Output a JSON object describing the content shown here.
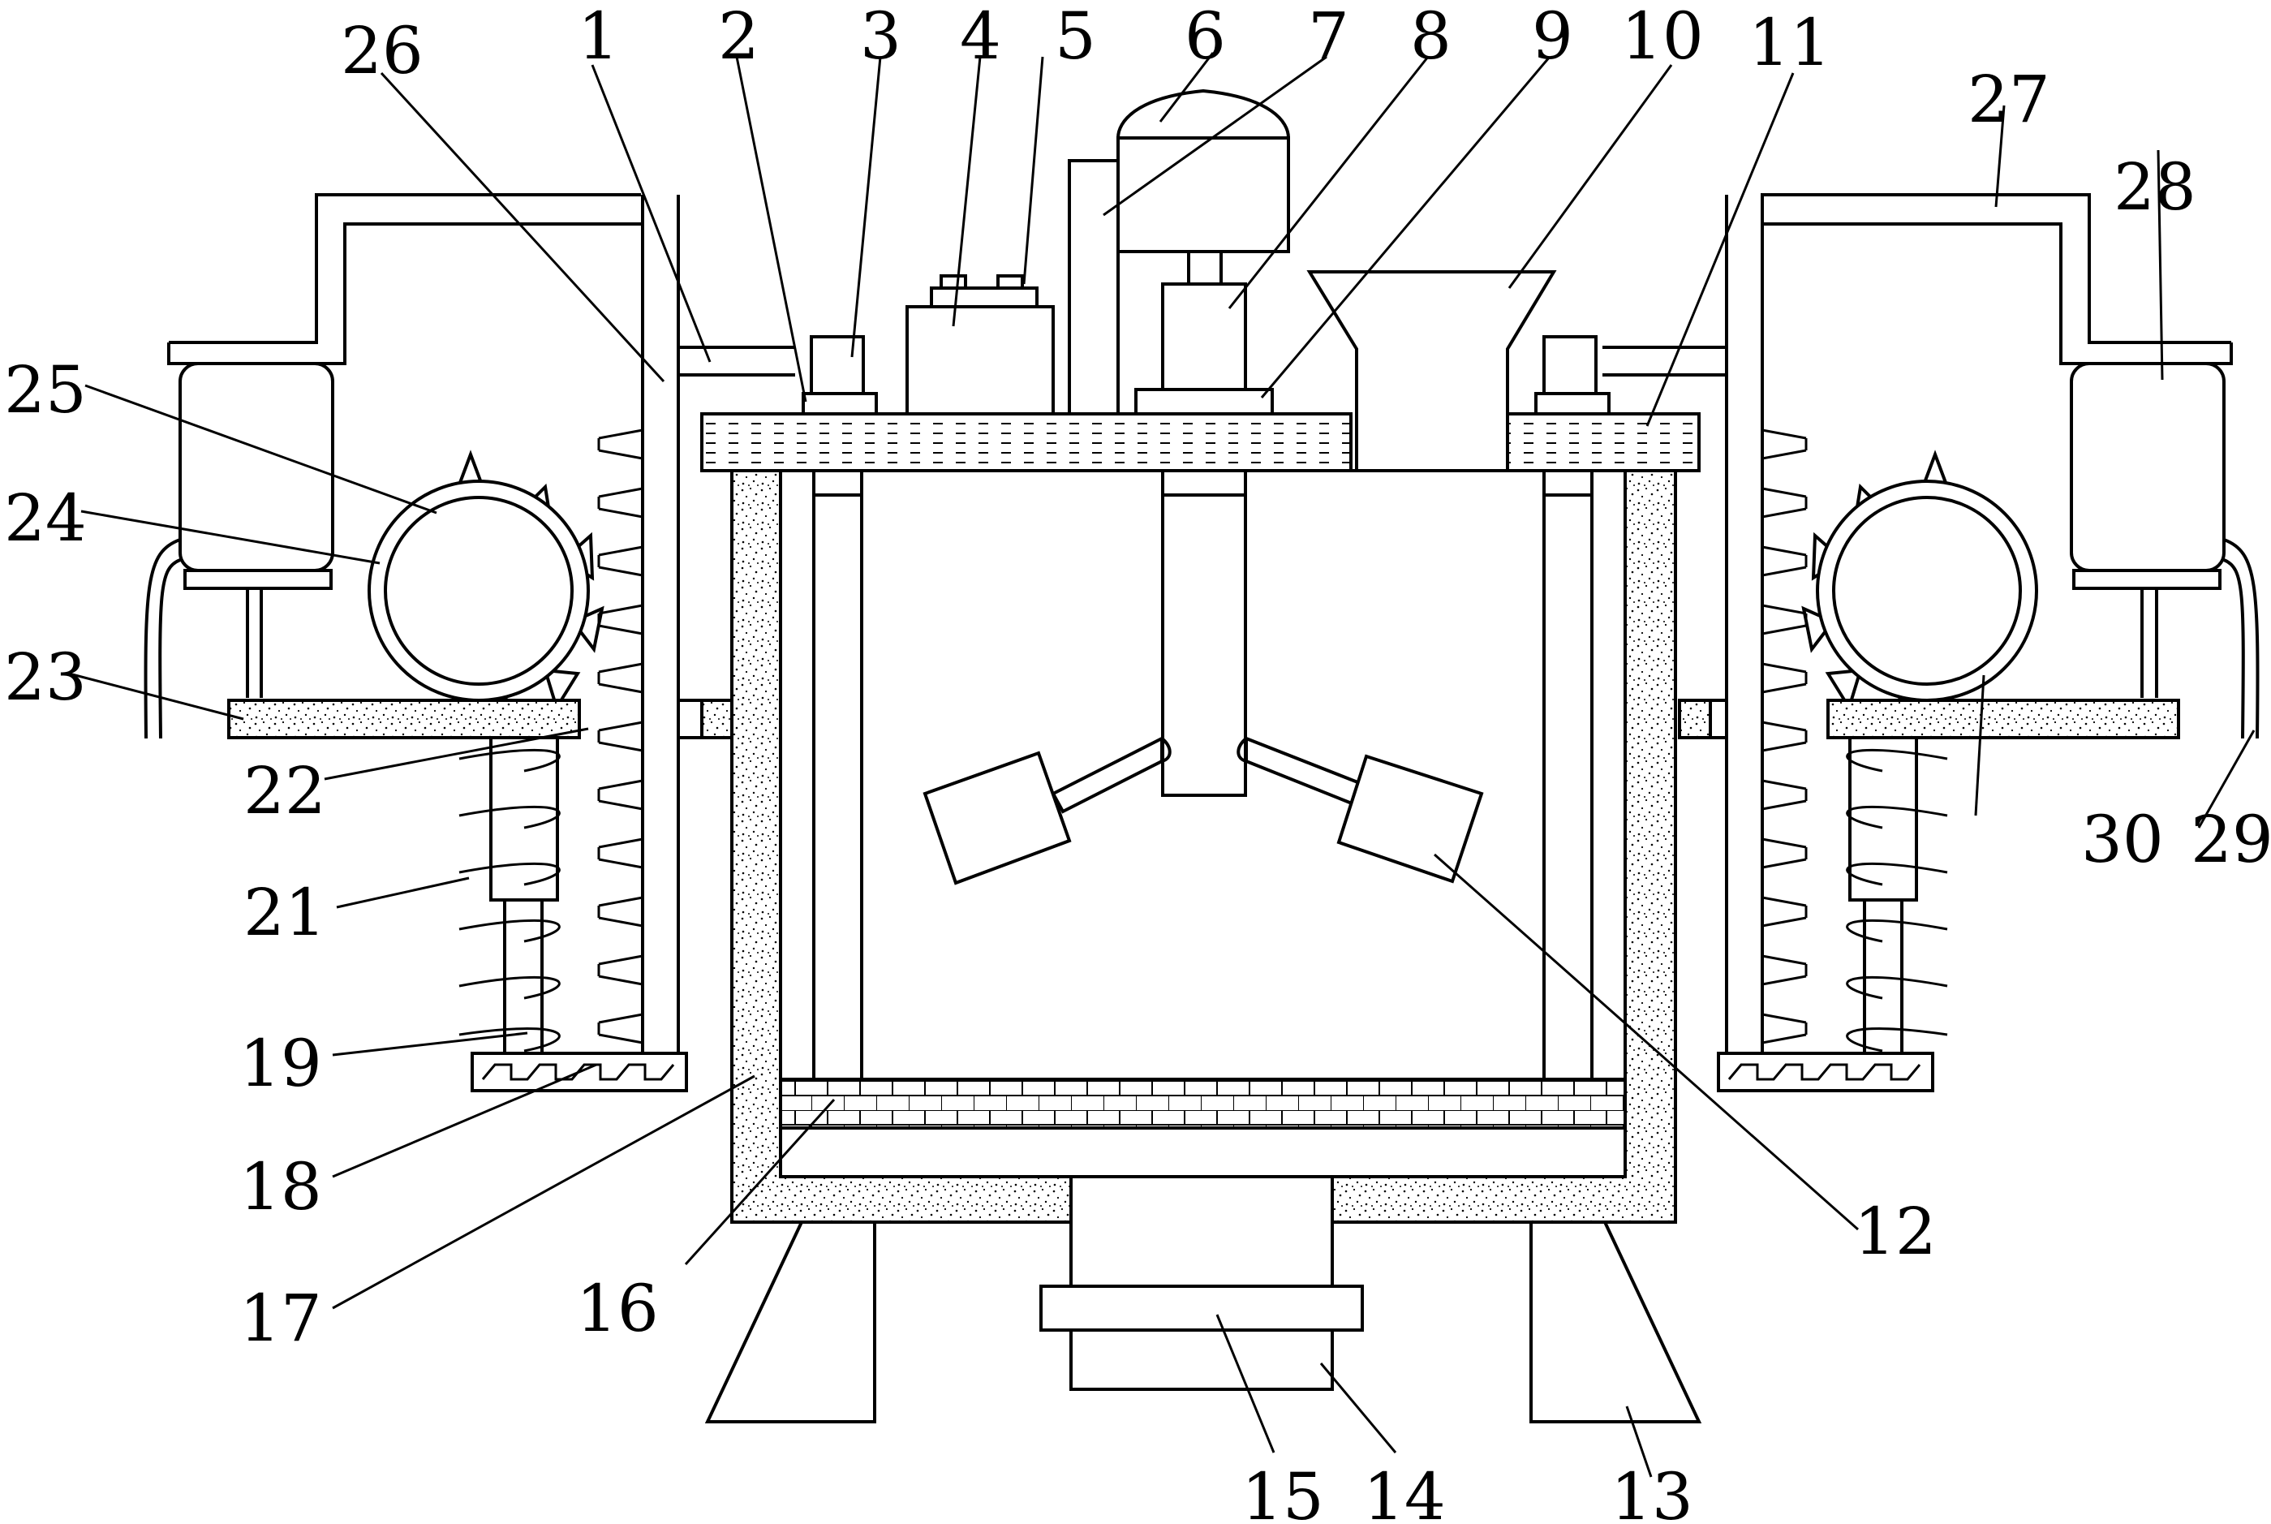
{
  "labels": [
    {
      "id": "1",
      "text": "1"
    },
    {
      "id": "2",
      "text": "2"
    },
    {
      "id": "3",
      "text": "3"
    },
    {
      "id": "4",
      "text": "4"
    },
    {
      "id": "5",
      "text": "5"
    },
    {
      "id": "6",
      "text": "6"
    },
    {
      "id": "7",
      "text": "7"
    },
    {
      "id": "8",
      "text": "8"
    },
    {
      "id": "9",
      "text": "9"
    },
    {
      "id": "10",
      "text": "10"
    },
    {
      "id": "11",
      "text": "11"
    },
    {
      "id": "12",
      "text": "12"
    },
    {
      "id": "13",
      "text": "13"
    },
    {
      "id": "14",
      "text": "14"
    },
    {
      "id": "15",
      "text": "15"
    },
    {
      "id": "16",
      "text": "16"
    },
    {
      "id": "17",
      "text": "17"
    },
    {
      "id": "18",
      "text": "18"
    },
    {
      "id": "19",
      "text": "19"
    },
    {
      "id": "21",
      "text": "21"
    },
    {
      "id": "22",
      "text": "22"
    },
    {
      "id": "23",
      "text": "23"
    },
    {
      "id": "24",
      "text": "24"
    },
    {
      "id": "25",
      "text": "25"
    },
    {
      "id": "26",
      "text": "26"
    },
    {
      "id": "27",
      "text": "27"
    },
    {
      "id": "28",
      "text": "28"
    },
    {
      "id": "29",
      "text": "29"
    },
    {
      "id": "30",
      "text": "30"
    }
  ]
}
